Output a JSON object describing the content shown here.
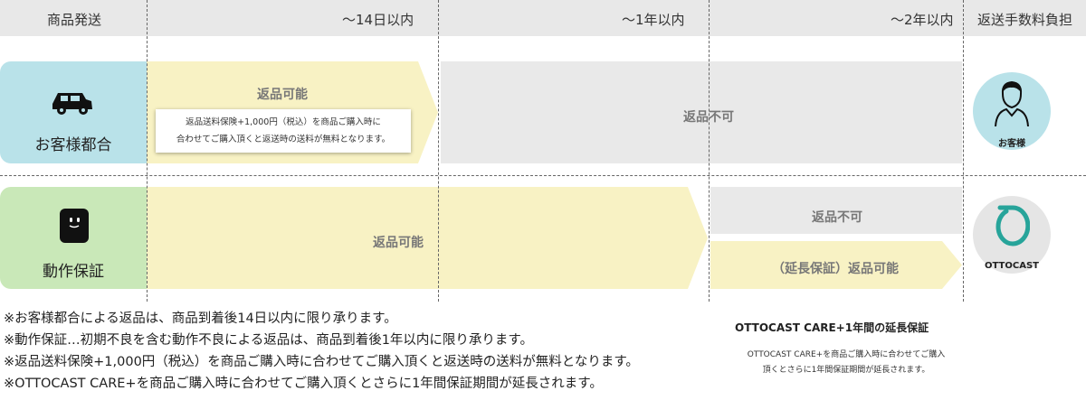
{
  "header": {
    "shipping": "商品発送",
    "within_14_days": "～14日以内",
    "within_1_year": "～1年以内",
    "within_2_years": "～2年以内",
    "return_fee": "返送手数料負担"
  },
  "rows": {
    "customer": {
      "label": "お客様都合",
      "returnable": "返品可能",
      "note_line1": "返品送料保険+1,000円（税込）を商品ご購入時に",
      "note_line2": "合わせてご購入頂くと返送時の送料が無料となります。",
      "not_returnable": "返品不可",
      "payer": "お客様"
    },
    "defect": {
      "label": "動作保証",
      "returnable": "返品可能",
      "not_returnable": "返品不可",
      "extended": "（延長保証）返品可能",
      "payer": "OTTOCAST"
    }
  },
  "notes": [
    "※お客様都合による返品は、商品到着後14日以内に限り承ります。",
    "※動作保証…初期不良を含む動作不良による返品は、商品到着後1年以内に限り承ります。",
    "※返品送料保険+1,000円（税込）を商品ご購入時に合わせてご購入頂くと返送時の送料が無料となります。",
    "※OTTOCAST CARE+を商品ご購入時に合わせてご購入頂くとさらに1年間保証期間が延長されます。"
  ],
  "care": {
    "title": "OTTOCAST CARE+1年間の延長保証",
    "desc_line1": "OTTOCAST CARE+を商品ご購入時に合わせてご購入",
    "desc_line2": "頂くとさらに1年間保証期間が延長されます。"
  },
  "colors": {
    "header_bg": "#e8e8e8",
    "customer_label_bg": "#b9e2e9",
    "defect_label_bg": "#c9e8b8",
    "returnable_bg": "#f8f2c4",
    "not_returnable_bg": "#e9e9e9",
    "ottocast_teal": "#27a49a"
  },
  "icons": {
    "customer_row": "car-icon",
    "defect_row": "device-face-icon",
    "customer_payer": "person-icon",
    "ottocast_payer": "ottocast-logo-icon"
  }
}
